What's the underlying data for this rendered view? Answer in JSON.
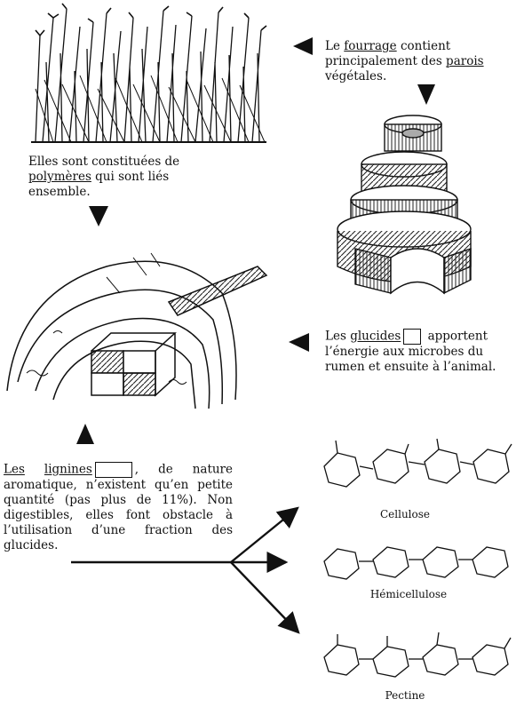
{
  "texts": {
    "fourrage": {
      "a": "Le ",
      "b": "fourrage",
      "c": " contient",
      "d": "principalement des ",
      "e": "parois",
      "f": "végétales."
    },
    "polymeres": {
      "a": "Elles sont constituées de",
      "b": "polymères",
      "c": " qui sont liés",
      "d": "ensemble."
    },
    "glucides": {
      "a": "Les ",
      "b": "glucides",
      "c": " apportent",
      "d": "l’énergie aux microbes du",
      "e": "rumen et ensuite à l’animal."
    },
    "lignines": {
      "a": "Les",
      "b": "lignines",
      "c": ", de nature aromatique, n’existent qu’en petite quantité (pas plus de 11%). Non digestibles, elles font obstacle à l’utilisation d’une fraction des glucides."
    }
  },
  "captions": {
    "cellulose": "Cellulose",
    "hemicellulose": "Hémicellulose",
    "pectine": "Pectine"
  },
  "colors": {
    "ink": "#111111",
    "background": "#ffffff"
  },
  "icons": [
    "grass-illustration",
    "cell-wall-cylinder-illustration",
    "cell-wall-section-illustration",
    "arrow-left-icon",
    "arrow-down-icon",
    "arrow-up-icon"
  ]
}
